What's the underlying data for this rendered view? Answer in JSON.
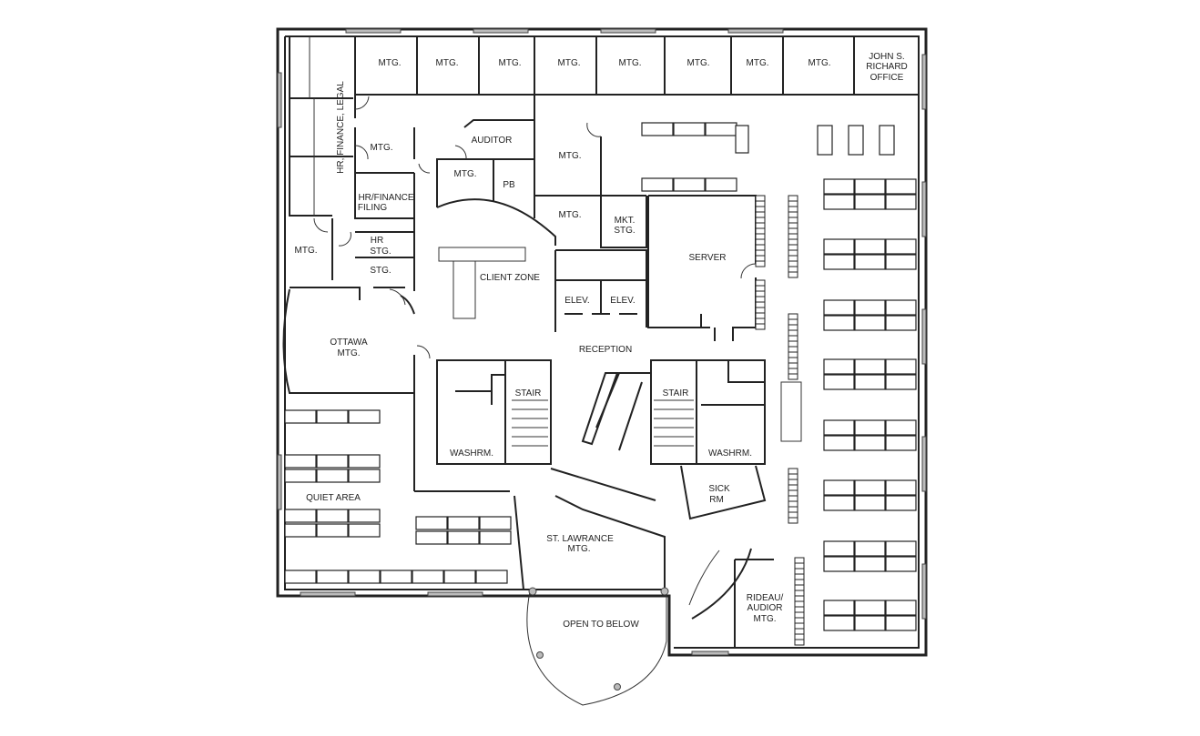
{
  "floor_plan": {
    "rooms": {
      "mtg_top_1": "MTG.",
      "mtg_top_2": "MTG.",
      "mtg_top_3": "MTG.",
      "mtg_top_4": "MTG.",
      "mtg_top_5": "MTG.",
      "mtg_top_6": "MTG.",
      "mtg_top_7": "MTG.",
      "mtg_top_8": "MTG.",
      "john_office_1": "JOHN S.",
      "john_office_2": "RICHARD",
      "john_office_3": "OFFICE",
      "hr_finance_legal": "HR, FINANCE, LEGAL",
      "mtg_left_upper": "MTG.",
      "hr_filing_1": "HR/FINANCE",
      "hr_filing_2": "FILING",
      "mtg_left": "MTG.",
      "hr_stg_1": "HR",
      "hr_stg_2": "STG.",
      "stg": "STG.",
      "auditor": "AUDITOR",
      "mtg_center_small": "MTG.",
      "pb": "PB",
      "mtg_center_upper": "MTG.",
      "mtg_center_lower": "MTG.",
      "mkt_stg_1": "MKT.",
      "mkt_stg_2": "STG.",
      "client_zone": "CLIENT ZONE",
      "server": "SERVER",
      "elev_1": "ELEV.",
      "elev_2": "ELEV.",
      "ottawa_1": "OTTAWA",
      "ottawa_2": "MTG.",
      "reception": "RECEPTION",
      "stair_1": "STAIR",
      "stair_2": "STAIR",
      "washrm_1": "WASHRM.",
      "washrm_2": "WASHRM.",
      "quiet_area": "QUIET AREA",
      "sick_rm_1": "SICK",
      "sick_rm_2": "RM",
      "st_lawrance_1": "ST. LAWRANCE",
      "st_lawrance_2": "MTG.",
      "open_to_below": "OPEN TO BELOW",
      "rideau_1": "RIDEAU/",
      "rideau_2": "AUDIOR",
      "rideau_3": "MTG."
    },
    "colors": {
      "walls": "#222222",
      "windows": "#bbbbbb",
      "background": "#ffffff"
    }
  }
}
